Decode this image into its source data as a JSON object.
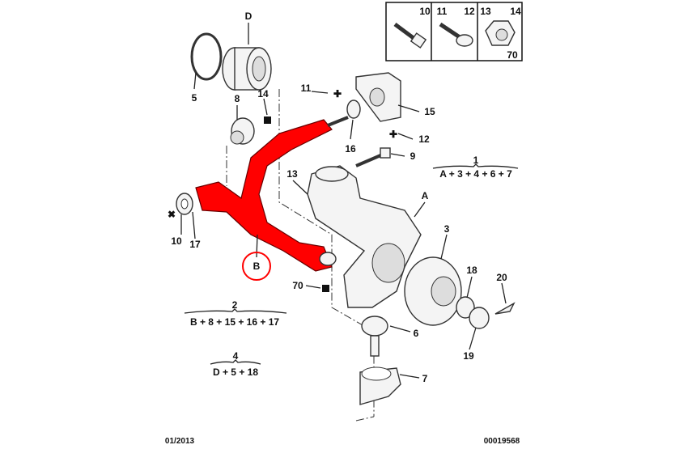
{
  "legend_box": {
    "cells": [
      [
        "10"
      ],
      [
        "11",
        "12"
      ],
      [
        "13",
        "14",
        "70"
      ]
    ]
  },
  "callouts": {
    "D": "D",
    "5": "5",
    "8": "8",
    "14": "14",
    "11": "11",
    "15": "15",
    "12": "12",
    "16": "16",
    "9": "9",
    "13": "13",
    "A": "A",
    "3": "3",
    "10": "10",
    "17": "17",
    "B": "B",
    "70": "70",
    "18": "18",
    "20": "20",
    "6": "6",
    "19": "19",
    "7": "7",
    "cross": "✖"
  },
  "assemblies": [
    {
      "number": "1",
      "formula": "A + 3 + 4 + 6 + 7"
    },
    {
      "number": "2",
      "formula": "B + 8 + 15 + 16 + 17"
    },
    {
      "number": "4",
      "formula": "D + 5 + 18"
    }
  ],
  "footer": {
    "date": "01/2013",
    "reference": "00019568"
  },
  "colors": {
    "highlight": "#ff0000",
    "line": "#222222"
  }
}
